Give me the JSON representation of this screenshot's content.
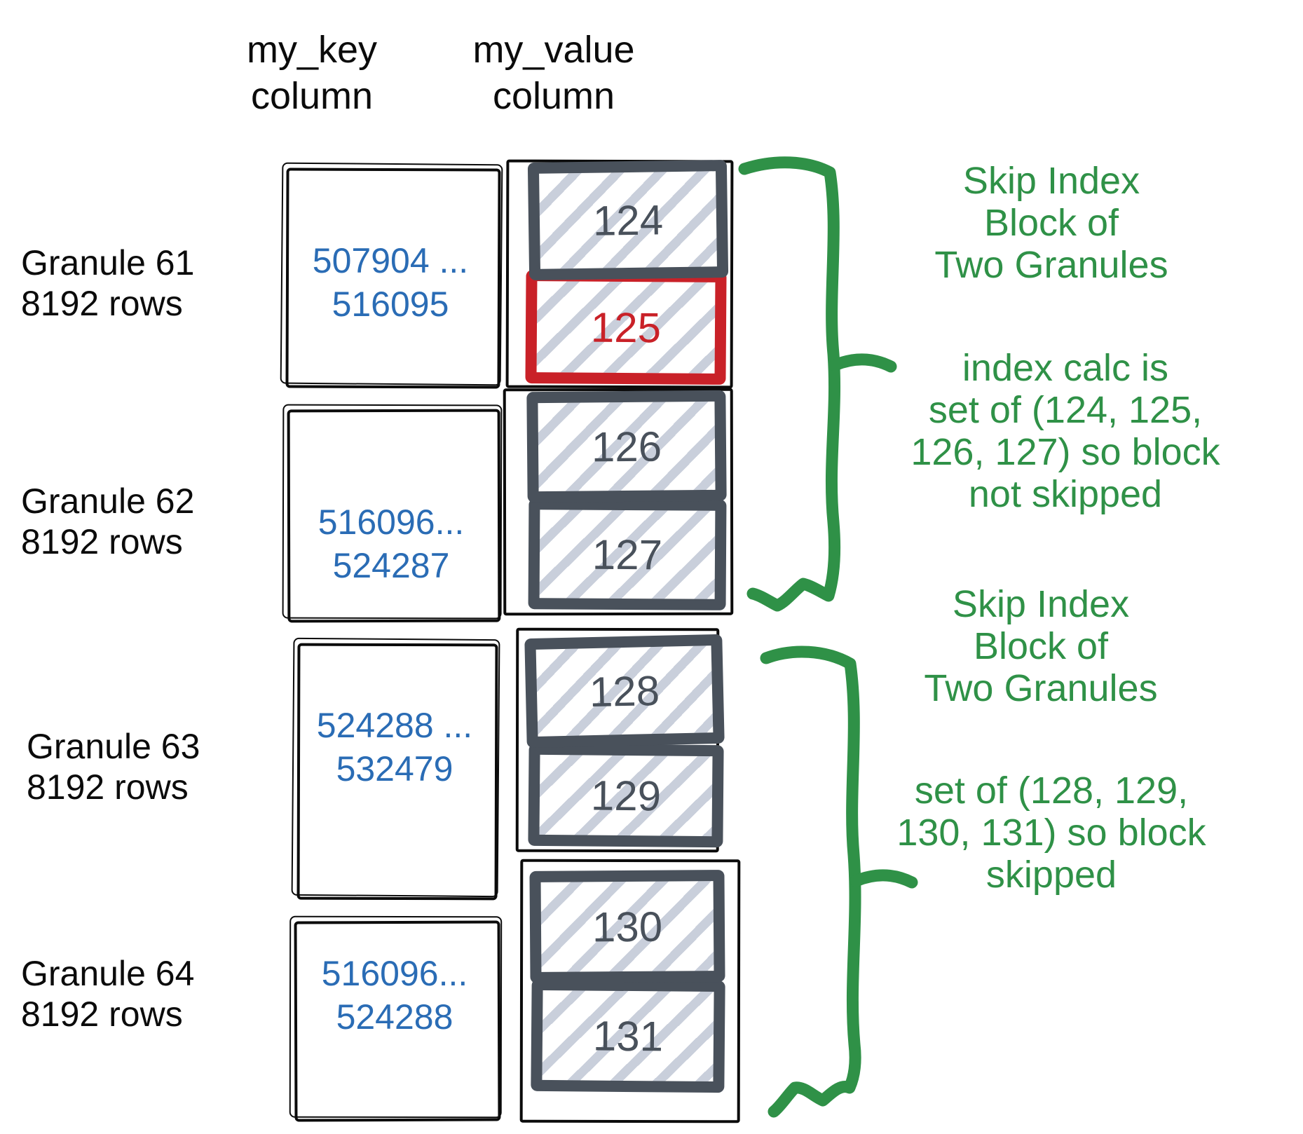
{
  "headers": {
    "key": "my_key\ncolumn",
    "value": "my_value\ncolumn"
  },
  "granules": [
    {
      "label": "Granule 61\n8192 rows",
      "key_range": "507904 ...\n516095",
      "blocks": [
        "124",
        "125"
      ]
    },
    {
      "label": "Granule 62\n8192 rows",
      "key_range": "516096...\n524287",
      "blocks": [
        "126",
        "127"
      ]
    },
    {
      "label": "Granule 63\n8192 rows",
      "key_range": "524288 ...\n532479",
      "blocks": [
        "128",
        "129"
      ]
    },
    {
      "label": "Granule 64\n8192 rows",
      "key_range": "516096...\n524288",
      "blocks": [
        "130",
        "131"
      ]
    }
  ],
  "annotations": [
    {
      "text": "Skip Index\nBlock of\nTwo Granules"
    },
    {
      "text": "index calc is\nset of (124, 125,\n126, 127) so block\nnot skipped"
    },
    {
      "text": "Skip Index\nBlock of\nTwo Granules"
    },
    {
      "text": "set of (128, 129,\n130, 131) so block\nskipped"
    }
  ],
  "colors": {
    "annotation_green": "#2f9147",
    "key_blue": "#2a6cb5",
    "highlight_red": "#c92128",
    "block_slate": "#49515b",
    "hatch_gray": "#c9cfdb",
    "ink_black": "#0b0b0b"
  }
}
